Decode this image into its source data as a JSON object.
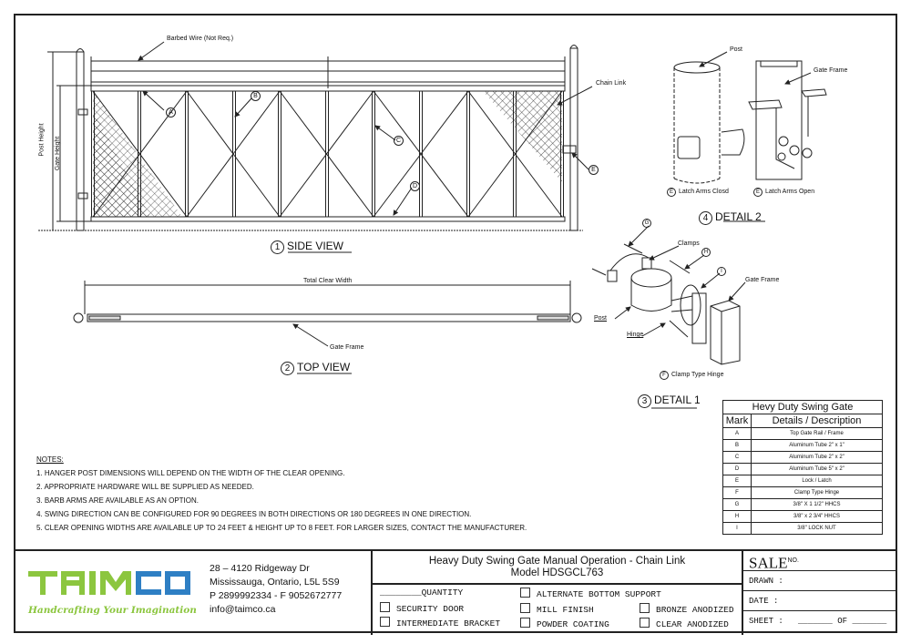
{
  "side_view": {
    "number": "1",
    "title": "SIDE VIEW",
    "labels": {
      "barbed_wire": "Barbed Wire (Not Req.)",
      "chain_link": "Chain Link",
      "post_height": "Post Height",
      "gate_height": "Gate Height"
    },
    "marks": [
      "A",
      "B",
      "C",
      "D",
      "E"
    ]
  },
  "top_view": {
    "number": "2",
    "title": "TOP VIEW",
    "total_clear_width": "Total Clear Width",
    "gate_frame": "Gate Frame"
  },
  "detail1": {
    "number": "3",
    "title": "DETAIL 1",
    "clamps": "Clamps",
    "gate_frame": "Gate Frame",
    "post": "Post",
    "hinge": "Hinge",
    "caption_mark": "F",
    "caption": "Clamp Type Hinge",
    "marks": [
      "G",
      "H",
      "I"
    ]
  },
  "detail2": {
    "number": "4",
    "title": "DETAIL 2",
    "post": "Post",
    "gate_frame": "Gate Frame",
    "closed_mark": "E",
    "closed": "Latch Arms Closd",
    "open_mark": "E",
    "open": "Latch Arms Open"
  },
  "parts_table": {
    "title": "Hevy Duty Swing Gate",
    "headers": [
      "Mark",
      "Details / Description"
    ],
    "rows": [
      {
        "mark": "A",
        "desc": "Top Gate Rail / Frame"
      },
      {
        "mark": "B",
        "desc": "Aluminum Tube 2\" x 1\""
      },
      {
        "mark": "C",
        "desc": "Aluminum Tube 2\" x 2\""
      },
      {
        "mark": "D",
        "desc": "Aluminum Tube 5\" x 2\""
      },
      {
        "mark": "E",
        "desc": "Lock / Latch"
      },
      {
        "mark": "F",
        "desc": "Clamp Type Hinge"
      },
      {
        "mark": "G",
        "desc": "3/8\" X 1 1/2\" HHCS"
      },
      {
        "mark": "H",
        "desc": "3/8\" x 2 3/4\" HHCS"
      },
      {
        "mark": "I",
        "desc": "3/8\" LOCK NUT"
      }
    ]
  },
  "notes": {
    "heading": "NOTES:",
    "items": [
      "1. HANGER POST DIMENSIONS WILL DEPEND ON THE WIDTH OF THE CLEAR OPENING.",
      "2. APPROPRIATE HARDWARE WILL BE SUPPLIED AS NEEDED.",
      "3. BARB ARMS ARE AVAILABLE AS AN OPTION.",
      "4. SWING DIRECTION CAN BE CONFIGURED FOR 90 DEGREES IN BOTH DIRECTIONS OR 180 DEGREES IN ONE DIRECTION.",
      "5. CLEAR OPENING WIDTHS ARE AVAILABLE UP TO 24 FEET & HEIGHT UP TO 8 FEET. FOR LARGER SIZES, CONTACT THE MANUFACTURER."
    ]
  },
  "company": {
    "logo_text": "TAIMCO",
    "tagline": "Handcrafting Your Imagination",
    "address1": "28 – 4120 Ridgeway Dr",
    "address2": "Mississauga, Ontario, L5L 5S9",
    "phone": "P 2899992334 - F 9052672777",
    "email": "info@taimco.ca",
    "colors": {
      "green": "#8cc63f",
      "blue": "#2e7fc4"
    }
  },
  "title_block": {
    "title": "Heavy Duty Swing Gate Manual Operation - Chain Link",
    "model": "Model HDSGCL763",
    "quantity": "QUANTITY",
    "options": [
      "SECURITY DOOR",
      "INTERMEDIATE BRACKET",
      "ALTERNATE BOTTOM SUPPORT",
      "MILL FINISH",
      "POWDER COATING",
      "BRONZE ANODIZED",
      "CLEAR ANODIZED"
    ],
    "sale": "SALE",
    "sale_no": "NO.",
    "drawn": "DRAWN :",
    "date": "DATE :",
    "sheet": "SHEET :",
    "of": "OF"
  }
}
